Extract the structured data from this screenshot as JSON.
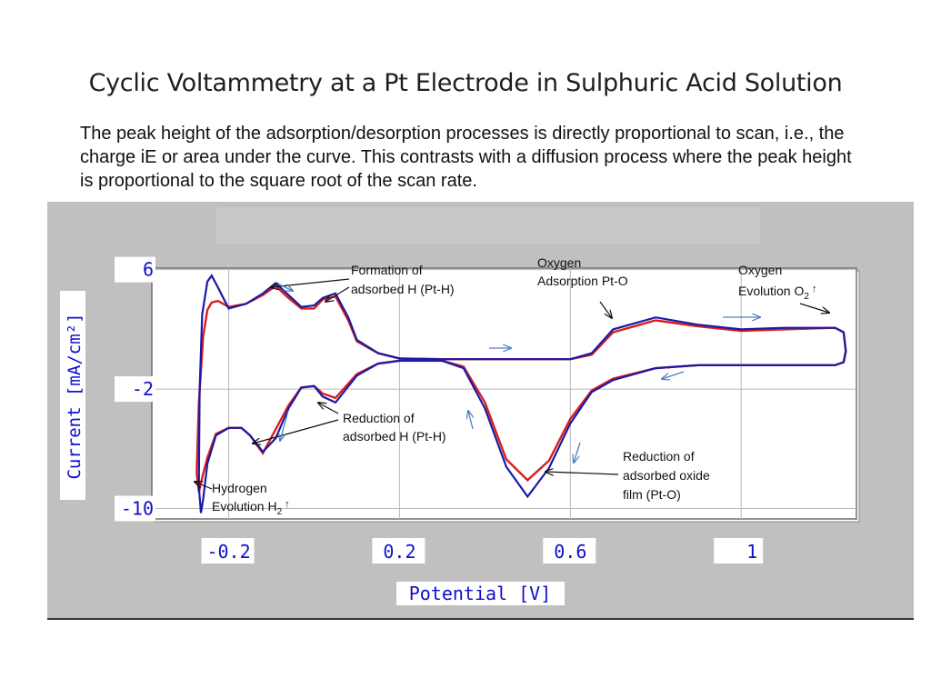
{
  "slide": {
    "title": "Cyclic Voltammetry at a Pt Electrode in Sulphuric Acid Solution",
    "body": "The peak height of the adsorption/desorption processes is directly proportional to scan, i.e., the charge iE or area under the curve. This contrasts with a diffusion process where the peak height is proportional to the square root of the scan rate."
  },
  "chart_data": {
    "type": "line",
    "xlabel": "Potential [V]",
    "ylabel": "Current [mA/cm²]",
    "x_tick_labels": [
      "-0.2",
      "0.2",
      "0.6",
      "1"
    ],
    "x_ticks": [
      -0.2,
      0.2,
      0.6,
      1.0
    ],
    "y_tick_labels": [
      "6",
      "-2",
      "-10"
    ],
    "y_ticks": [
      6,
      -2,
      -10
    ],
    "xlim": [
      -0.38,
      1.27
    ],
    "ylim": [
      -10.7,
      6.1
    ],
    "grid": true,
    "colors": {
      "series_blue": "#1a1aa6",
      "series_red": "#d81e1e",
      "arrows": "#4a7fc1",
      "panel": "#c0c0c0"
    },
    "series": [
      {
        "x": [
          -0.27,
          -0.268,
          -0.262,
          -0.25,
          -0.24,
          -0.225,
          -0.2,
          -0.16,
          -0.12,
          -0.09,
          -0.06,
          -0.03,
          0.0,
          0.02,
          0.05,
          0.08,
          0.1,
          0.15,
          0.2,
          0.3,
          0.4,
          0.5,
          0.6,
          0.65,
          0.7,
          0.8,
          0.9,
          1.0,
          1.1,
          1.22,
          1.24,
          1.245,
          1.24,
          1.22,
          1.1,
          1.0,
          0.9,
          0.8,
          0.7,
          0.65,
          0.6,
          0.55,
          0.5,
          0.45,
          0.4,
          0.35,
          0.3,
          0.2,
          0.15,
          0.1,
          0.05,
          0.02,
          0.0,
          -0.03,
          -0.06,
          -0.09,
          -0.12,
          -0.15,
          -0.17,
          -0.2,
          -0.23,
          -0.25,
          -0.26,
          -0.265,
          -0.27
        ],
        "y": [
          -8.5,
          -2.0,
          3.0,
          5.2,
          5.6,
          4.8,
          3.4,
          3.7,
          4.4,
          5.1,
          4.3,
          3.5,
          3.6,
          4.1,
          4.4,
          2.8,
          1.3,
          0.4,
          0.05,
          0.0,
          0.0,
          0.0,
          0.0,
          0.4,
          2.0,
          2.8,
          2.3,
          2.0,
          2.1,
          2.1,
          1.8,
          0.6,
          -0.2,
          -0.4,
          -0.4,
          -0.4,
          -0.4,
          -0.6,
          -1.4,
          -2.2,
          -4.3,
          -7.3,
          -9.2,
          -7.2,
          -3.3,
          -0.6,
          -0.1,
          -0.1,
          -0.3,
          -1.1,
          -2.9,
          -2.5,
          -1.8,
          -1.9,
          -3.3,
          -5.3,
          -6.2,
          -5.1,
          -4.6,
          -4.6,
          -5.1,
          -7.0,
          -9.4,
          -10.3,
          -8.5
        ]
      },
      {
        "x": [
          -0.275,
          -0.27,
          -0.26,
          -0.25,
          -0.24,
          -0.225,
          -0.2,
          -0.16,
          -0.12,
          -0.09,
          -0.06,
          -0.03,
          0.0,
          0.02,
          0.05,
          0.08,
          0.1,
          0.15,
          0.2,
          0.3,
          0.4,
          0.5,
          0.6,
          0.65,
          0.7,
          0.8,
          0.9,
          1.0,
          1.1,
          1.22,
          1.24,
          1.245,
          1.24,
          1.22,
          1.1,
          1.0,
          0.9,
          0.8,
          0.7,
          0.65,
          0.6,
          0.55,
          0.5,
          0.45,
          0.4,
          0.35,
          0.3,
          0.2,
          0.15,
          0.1,
          0.05,
          0.02,
          0.0,
          -0.03,
          -0.06,
          -0.09,
          -0.12,
          -0.15,
          -0.17,
          -0.2,
          -0.23,
          -0.25,
          -0.26,
          -0.27,
          -0.275
        ],
        "y": [
          -7.6,
          -3.0,
          1.5,
          3.3,
          3.8,
          3.9,
          3.5,
          3.7,
          4.3,
          4.9,
          4.1,
          3.4,
          3.4,
          4.0,
          4.2,
          2.6,
          1.2,
          0.4,
          0.05,
          0.0,
          0.0,
          0.0,
          0.0,
          0.3,
          1.8,
          2.6,
          2.2,
          1.9,
          2.0,
          2.1,
          1.8,
          0.5,
          -0.2,
          -0.4,
          -0.4,
          -0.4,
          -0.4,
          -0.6,
          -1.3,
          -2.1,
          -4.0,
          -6.8,
          -8.1,
          -6.7,
          -2.9,
          -0.5,
          -0.1,
          -0.1,
          -0.3,
          -1.0,
          -2.6,
          -2.3,
          -1.8,
          -1.9,
          -3.1,
          -4.7,
          -6.3,
          -5.1,
          -4.6,
          -4.6,
          -5.0,
          -6.6,
          -7.7,
          -8.9,
          -7.6
        ]
      }
    ],
    "annotations": [
      {
        "lines": [
          "Formation of",
          "adsorbed H (Pt-H)"
        ]
      },
      {
        "lines": [
          "Oxygen",
          "Adsorption  Pt-O"
        ]
      },
      {
        "lines": [
          "Oxygen",
          "Evolution O",
          "2",
          "↑"
        ]
      },
      {
        "lines": [
          "Reduction of",
          "adsorbed H (Pt-H)"
        ]
      },
      {
        "lines": [
          "Reduction of",
          "adsorbed oxide",
          "film (Pt-O)"
        ]
      },
      {
        "lines": [
          "Hydrogen",
          "Evolution H",
          "2",
          "↑"
        ]
      }
    ]
  }
}
